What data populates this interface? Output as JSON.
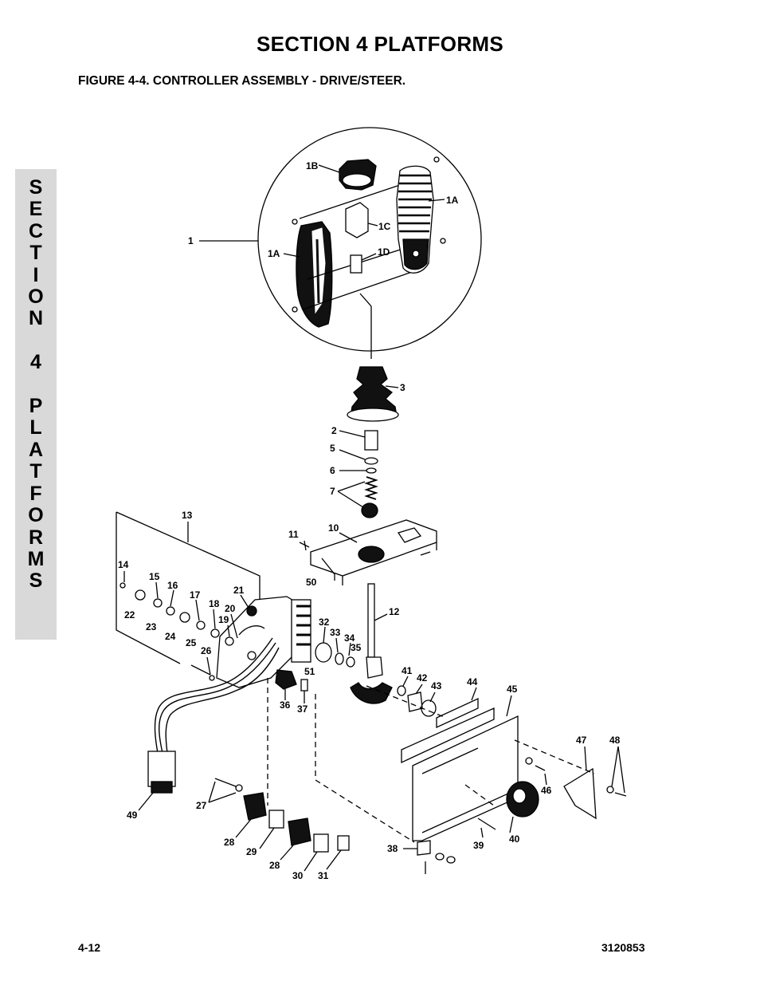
{
  "header": {
    "section_title": "SECTION 4  PLATFORMS",
    "figure_title": "FIGURE 4-4.    CONTROLLER ASSEMBLY - DRIVE/STEER."
  },
  "side_tab": {
    "letters": [
      "S",
      "E",
      "C",
      "T",
      "I",
      "O",
      "N",
      "",
      "4",
      "",
      "P",
      "L",
      "A",
      "T",
      "F",
      "O",
      "R",
      "M",
      "S"
    ]
  },
  "footer": {
    "page_number": "4-12",
    "document_number": "3120853"
  },
  "callouts": {
    "c1": "1",
    "c1A_a": "1A",
    "c1A_b": "1A",
    "c1B": "1B",
    "c1C": "1C",
    "c1D": "1D",
    "c2": "2",
    "c3": "3",
    "c5": "5",
    "c6": "6",
    "c7": "7",
    "c10": "10",
    "c11": "11",
    "c12": "12",
    "c13": "13",
    "c14": "14",
    "c15": "15",
    "c16": "16",
    "c17": "17",
    "c18": "18",
    "c19": "19",
    "c20": "20",
    "c21": "21",
    "c22": "22",
    "c23": "23",
    "c24": "24",
    "c25": "25",
    "c26": "26",
    "c27": "27",
    "c28a": "28",
    "c28b": "28",
    "c29": "29",
    "c30": "30",
    "c31": "31",
    "c32": "32",
    "c33": "33",
    "c34": "34",
    "c35": "35",
    "c36": "36",
    "c37": "37",
    "c38": "38",
    "c39": "39",
    "c40": "40",
    "c41": "41",
    "c42": "42",
    "c43": "43",
    "c44": "44",
    "c45": "45",
    "c46": "46",
    "c47": "47",
    "c48": "48",
    "c49": "49",
    "c50": "50",
    "c51": "51"
  }
}
